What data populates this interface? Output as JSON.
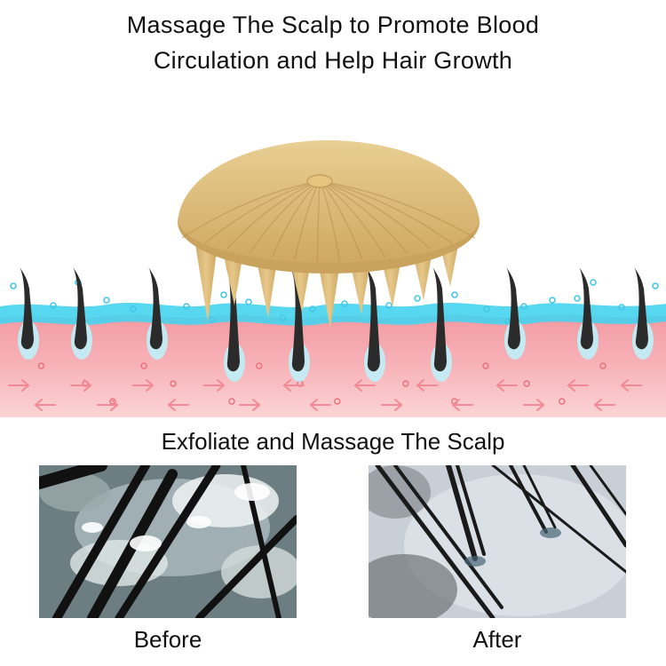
{
  "headline": {
    "line1": "Massage The Scalp to Promote Blood",
    "line2": "Circulation and Help Hair Growth"
  },
  "subheadline": "Exfoliate and Massage The Scalp",
  "comparison": {
    "before_label": "Before",
    "after_label": "After"
  },
  "colors": {
    "massager": "#dcbb74",
    "skin": "#f7b1b6",
    "water": "#45d4ee",
    "hair": "#2b2b2b",
    "arrows": "#f28a95"
  }
}
